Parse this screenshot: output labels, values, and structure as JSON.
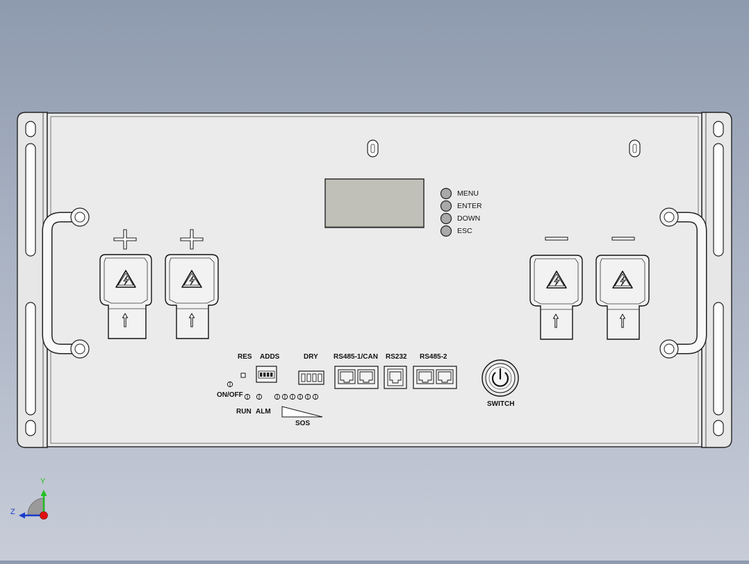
{
  "panel": {
    "terminals": {
      "positive_symbol": "+",
      "negative_symbol": "—"
    },
    "buttons": [
      {
        "label": "MENU"
      },
      {
        "label": "ENTER"
      },
      {
        "label": "DOWN"
      },
      {
        "label": "ESC"
      }
    ],
    "ports": {
      "res": "RES",
      "adds": "ADDS",
      "dry": "DRY",
      "rs485_1_can": "RS485-1/CAN",
      "rs232": "RS232",
      "rs485_2": "RS485-2"
    },
    "indicators": {
      "on_off": "ON/OFF",
      "run": "RUN",
      "alm": "ALM",
      "soc": "SOS"
    },
    "switch_label": "SWITCH"
  },
  "triad": {
    "y": "Y",
    "z": "Z"
  },
  "colors": {
    "panel": "#ebebeb",
    "lcd": "#c0c0b8",
    "triad_y": "#22c022",
    "triad_z": "#1a3ccc",
    "triad_x": "#e01010"
  }
}
